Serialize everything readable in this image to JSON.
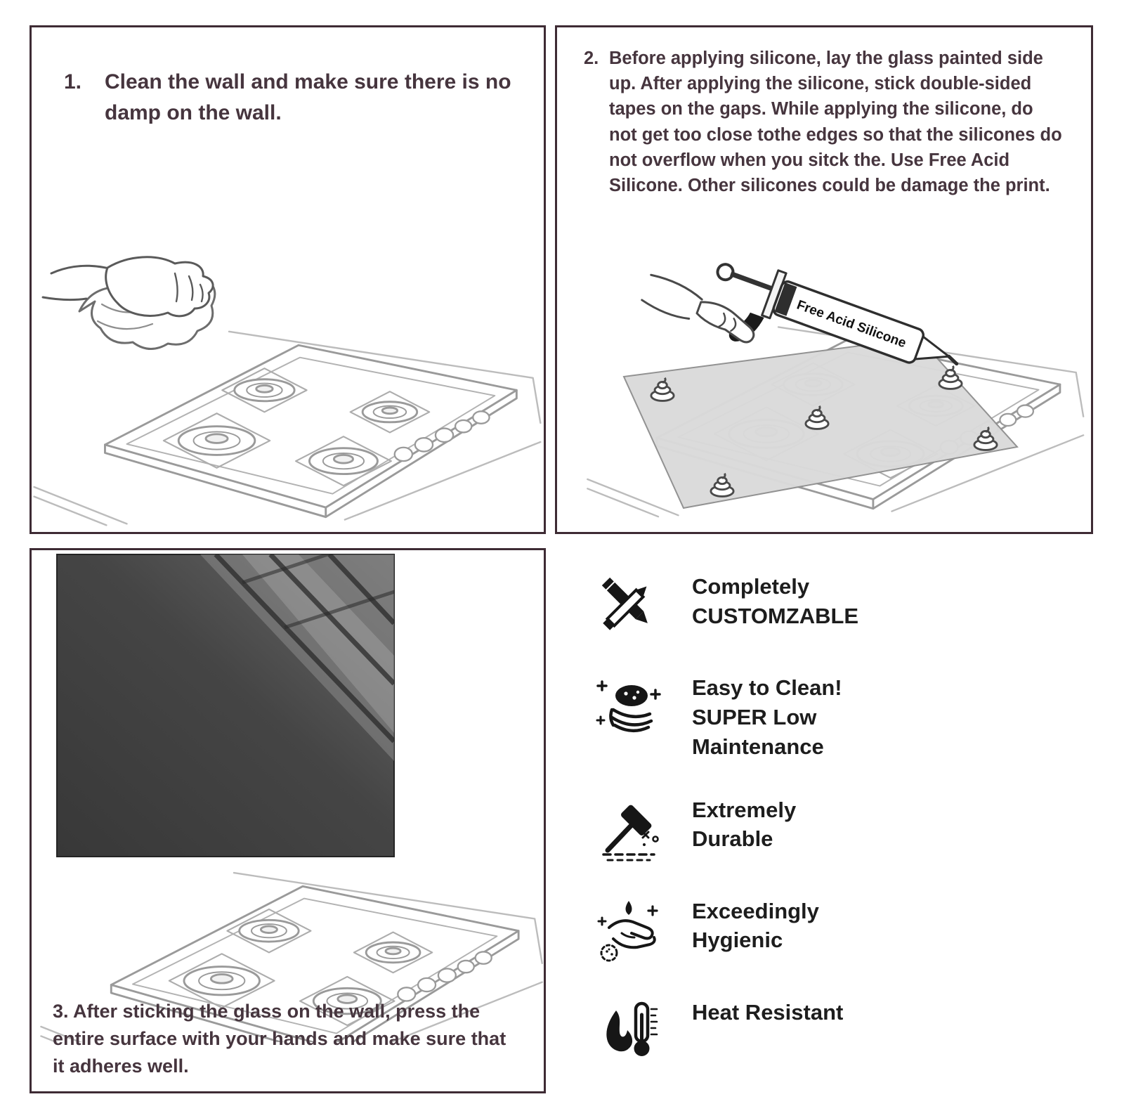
{
  "colors": {
    "panel_border": "#3e2b34",
    "instruction_text": "#46353e",
    "feature_text": "#1d1d1d",
    "line_art": "#9a9a9a",
    "glass_sheet_fill": "#dadada",
    "wall_glass_dark": "#3b3b3b"
  },
  "steps": [
    {
      "number": "1.",
      "text": "Clean the wall and make sure there is no damp on the wall."
    },
    {
      "number": "2.",
      "text": "Before applying silicone, lay the glass painted side up. After applying the silicone, stick double-sided tapes on the gaps. While applying the silicone, do not get too close tothe edges so that the silicones do not overflow when you sitck the. Use Free Acid Silicone. Other silicones could be damage the print."
    },
    {
      "number": "3.",
      "text": "After sticking the glass on the wall, press the entire surface with your hands and make sure that it adheres well."
    }
  ],
  "tube_label": "Free Acid Silicone",
  "features": [
    {
      "icon": "customizable-icon",
      "lines": [
        "Completely",
        "CUSTOMZABLE"
      ]
    },
    {
      "icon": "clean-icon",
      "lines": [
        "Easy to Clean!",
        "SUPER Low",
        "Maintenance"
      ]
    },
    {
      "icon": "durable-icon",
      "lines": [
        "Extremely",
        "Durable"
      ]
    },
    {
      "icon": "hygienic-icon",
      "lines": [
        "Exceedingly",
        "Hygienic"
      ]
    },
    {
      "icon": "heat-icon",
      "lines": [
        "Heat Resistant"
      ]
    }
  ]
}
